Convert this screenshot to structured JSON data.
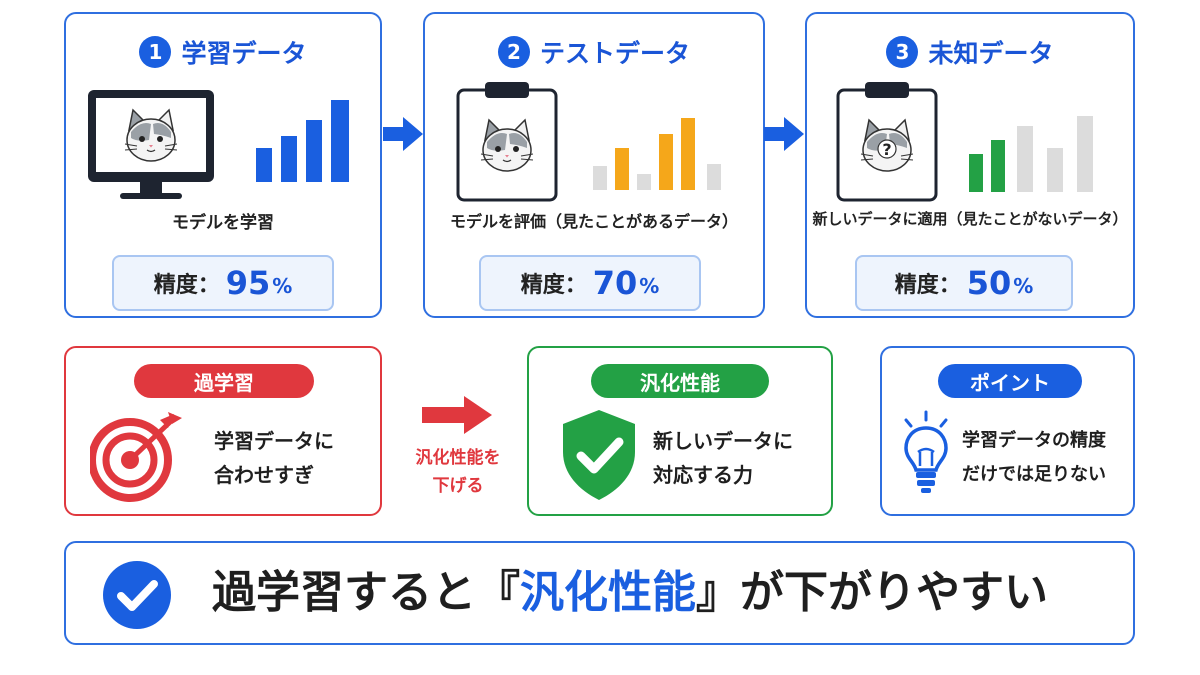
{
  "steps": [
    {
      "num": "1",
      "title": "学習データ",
      "caption": "モデルを学習",
      "acc_label": "精度：",
      "acc_value": "95",
      "acc_unit": "%"
    },
    {
      "num": "2",
      "title": "テストデータ",
      "caption": "モデルを評価（見たことがあるデータ）",
      "acc_label": "精度：",
      "acc_value": "70",
      "acc_unit": "%"
    },
    {
      "num": "3",
      "title": "未知データ",
      "caption": "新しいデータに適用（見たことがないデータ）",
      "acc_label": "精度：",
      "acc_value": "50",
      "acc_unit": "%"
    }
  ],
  "overfit": {
    "label": "過学習",
    "text_line1": "学習データに",
    "text_line2": "合わせすぎ"
  },
  "middle_arrow": {
    "line1": "汎化性能を",
    "line2": "下げる"
  },
  "generalization": {
    "label": "汎化性能",
    "text_line1": "新しいデータに",
    "text_line2": "対応する力"
  },
  "point": {
    "label": "ポイント",
    "text_line1": "学習データの精度",
    "text_line2": "だけでは足りない"
  },
  "conclusion": {
    "part1": "過学習すると『",
    "highlight": "汎化性能",
    "part2": "』が下がりやすい"
  },
  "colors": {
    "blue": "#1a5fe0",
    "red": "#e0383e",
    "green": "#23a145",
    "orange": "#f5a71a",
    "gray": "#dcdcdc"
  },
  "icons": [
    "monitor-icon",
    "cat-icon",
    "clipboard-icon",
    "question-mark-icon",
    "target-icon",
    "shield-check-icon",
    "lightbulb-icon",
    "check-circle-icon",
    "arrow-right-icon"
  ]
}
